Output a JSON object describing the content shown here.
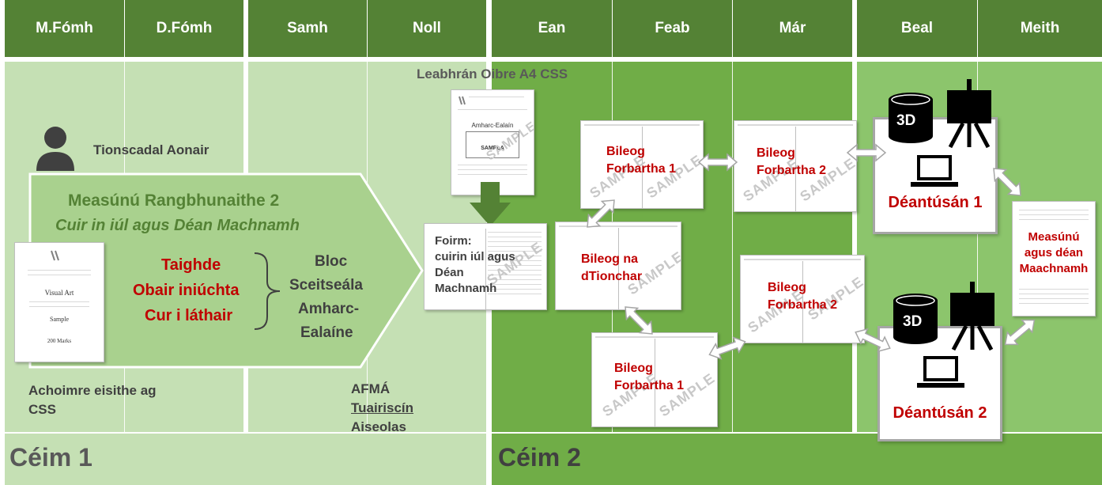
{
  "months": [
    "M.Fómh",
    "D.Fómh",
    "Samh",
    "Noll",
    "Ean",
    "Feab",
    "Már",
    "Beal",
    "Meith"
  ],
  "colors": {
    "header": "#548235",
    "band_light": "#c5e0b4",
    "band_mid": "#8cc56c",
    "band_dark": "#71ad47",
    "footer_light": "#c5e0b4",
    "footer_dark": "#70ad47",
    "accent_red": "#c00000",
    "accent_green": "#548235",
    "text_grey": "#404040"
  },
  "stage1": {
    "person_icon": "person-icon",
    "project_type": "Tionscadal Aonair",
    "title": "Measúnú Rangbhunaithe 2",
    "subtitle": "Cuir in iúl agus Déan Machnamh",
    "activities": [
      "Taighde",
      "Obair iniúchta",
      "Cur i láthair"
    ],
    "sketchbook": [
      "Bloc",
      "Sceitseála",
      "Amharc-",
      "Ealaíne"
    ],
    "brief_note": [
      "Achoimre eisithe ag",
      "CSS"
    ],
    "feedback": [
      "AFMÁ",
      "Tuairiscín",
      "Aiseolas"
    ],
    "footer": "Céim 1",
    "cover_doc": {
      "title": "Visual Art",
      "subtitle": "Sample",
      "marks": "200 Marks"
    }
  },
  "workbook": {
    "label": "Leabhrán Oibre A4 CSS",
    "cover_title": "Amharc-Ealaín",
    "cover_sample": "SAMPLA",
    "form_label": [
      "Foirm:",
      "cuirin iúl agus",
      "Déan",
      "Machnamh"
    ]
  },
  "stage2": {
    "sheets": {
      "dev1_top": [
        "Bileog",
        "Forbartha 1"
      ],
      "dev2_top": [
        "Bileog",
        "Forbartha 2"
      ],
      "influence": [
        "Bileog na",
        "dTionchar"
      ],
      "dev2_bottom": [
        "Bileog",
        "Forbartha 2"
      ],
      "dev1_bottom": [
        "Bileog",
        "Forbartha 1"
      ]
    },
    "watermark": "SAMPLE",
    "product1": "Déantúsán 1",
    "product2": "Déantúsán 2",
    "badge_3d": "3D",
    "evaluation": [
      "Measúnú",
      "agus déan",
      "Maachnamh"
    ],
    "footer": "Céim 2"
  }
}
